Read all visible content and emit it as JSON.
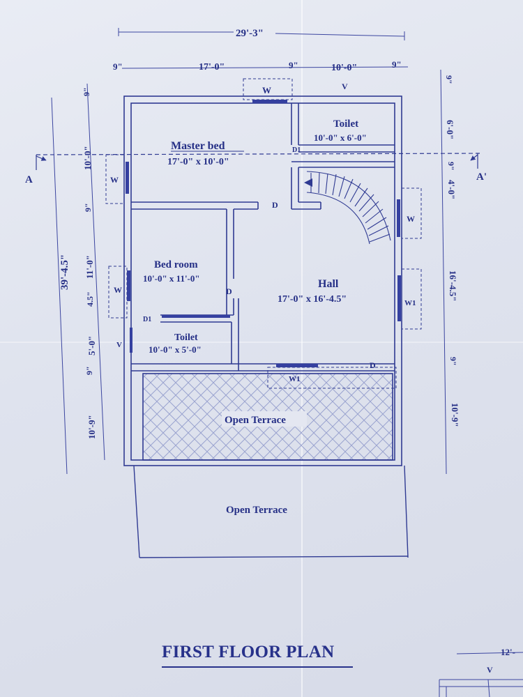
{
  "title": "FIRST FLOOR PLAN",
  "overall": {
    "width": "29'-3\"",
    "depth": "39'-4.5\""
  },
  "top_dims": {
    "left_wall": "9\"",
    "master": "17'-0\"",
    "mid_wall": "9\"",
    "toilet": "10'-0\"",
    "right_wall": "9\""
  },
  "left_dims": {
    "wall1": "9\"",
    "master": "10'-0\"",
    "wall2": "9\"",
    "bed": "11'-0\"",
    "wall3": "4.5\"",
    "toilet": "5'-0\"",
    "wall4": "9\"",
    "terrace": "10'-9\""
  },
  "right_dims": {
    "wall1": "9\"",
    "toilet": "6'-0\"",
    "wall2": "9\"",
    "gap": "4'-0\"",
    "hall": "16'-4.5\"",
    "wall3": "9\"",
    "terrace": "10'-9\""
  },
  "section": {
    "left": "A",
    "right": "A'"
  },
  "rooms": {
    "master": {
      "name": "Master bed",
      "size": "17'-0\" x 10'-0\""
    },
    "toilet_top": {
      "name": "Toilet",
      "size": "10'-0\" x 6'-0\""
    },
    "bedroom": {
      "name": "Bed room",
      "size": "10'-0\" x 11'-0\""
    },
    "hall": {
      "name": "Hall",
      "size": "17'-0\" x 16'-4.5\""
    },
    "toilet_small": {
      "name": "Toilet",
      "size": "10'-0\" x 5'-0\""
    },
    "terrace1": {
      "name": "Open Terrace"
    },
    "terrace2": {
      "name": "Open Terrace"
    }
  },
  "openings": {
    "w_top": "W",
    "v_top": "V",
    "d1_top": "D1",
    "w_master_left": "W",
    "d_master": "D",
    "w_right_upper": "W",
    "d_bed": "D",
    "w_bed_left": "W",
    "w1_right": "W1",
    "d1_bed": "D1",
    "v_left": "V",
    "w1_bottom": "W1",
    "d_hall": "D"
  },
  "corner_dim": "12'-"
}
